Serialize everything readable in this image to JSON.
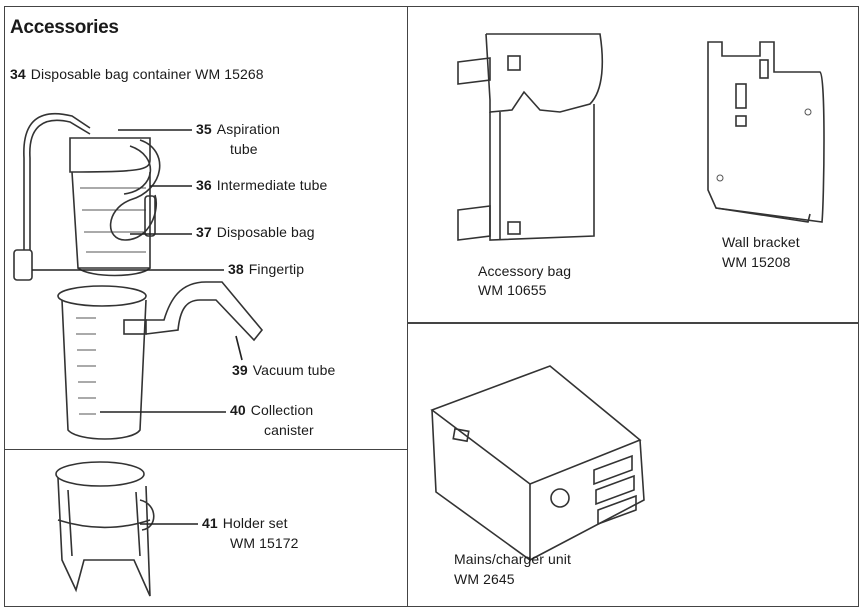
{
  "heading": "Accessories",
  "item34": {
    "number": "34",
    "label": "Disposable bag container WM 15268"
  },
  "callouts": [
    {
      "number": "35",
      "line1": "Aspiration",
      "line2": "tube"
    },
    {
      "number": "36",
      "line1": "Intermediate tube",
      "line2": ""
    },
    {
      "number": "37",
      "line1": "Disposable bag",
      "line2": ""
    },
    {
      "number": "38",
      "line1": "Fingertip",
      "line2": ""
    },
    {
      "number": "39",
      "line1": "Vacuum tube",
      "line2": ""
    },
    {
      "number": "40",
      "line1": "Collection",
      "line2": "canister"
    },
    {
      "number": "41",
      "line1": "Holder set",
      "line2": "WM 15172"
    }
  ],
  "accessory_bag": {
    "line1": "Accessory bag",
    "line2": "WM 10655"
  },
  "wall_bracket": {
    "line1": "Wall bracket",
    "line2": "WM 15208"
  },
  "charger": {
    "line1": "Mains/charger unit",
    "line2": "WM 2645"
  }
}
